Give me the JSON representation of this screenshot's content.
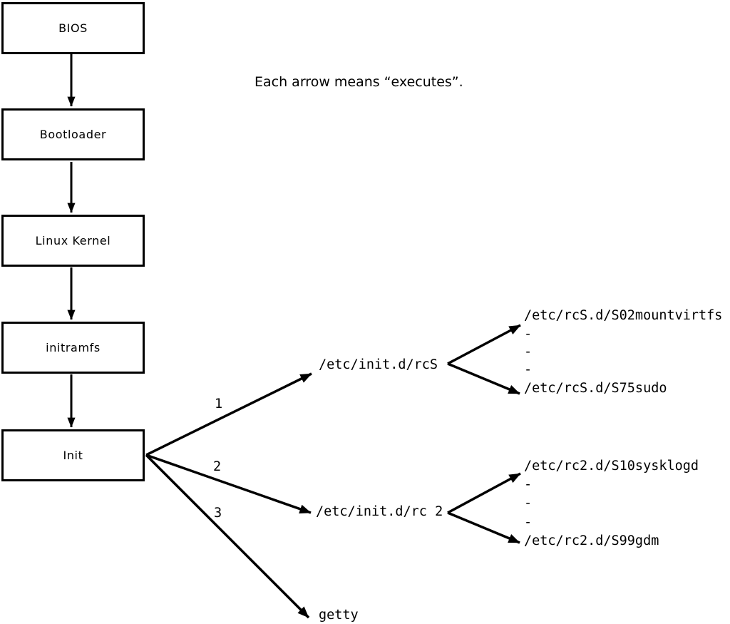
{
  "annotation": "Each arrow means “executes”.",
  "boot_chain": [
    "BIOS",
    "Bootloader",
    "Linux Kernel",
    "initramfs",
    "Init"
  ],
  "init_targets": [
    {
      "label": "1",
      "target": "/etc/init.d/rcS",
      "scripts": [
        "/etc/rcS.d/S02mountvirtfs",
        "-",
        "-",
        "-",
        "/etc/rcS.d/S75sudo"
      ]
    },
    {
      "label": "2",
      "target": "/etc/init.d/rc 2",
      "scripts": [
        "/etc/rc2.d/S10sysklogd",
        "-",
        "-",
        "-",
        "/etc/rc2.d/S99gdm"
      ]
    },
    {
      "label": "3",
      "target": "getty",
      "scripts": []
    }
  ],
  "colors": {
    "line": "#000000",
    "background": "#ffffff",
    "box_fill": "#ffffff"
  }
}
